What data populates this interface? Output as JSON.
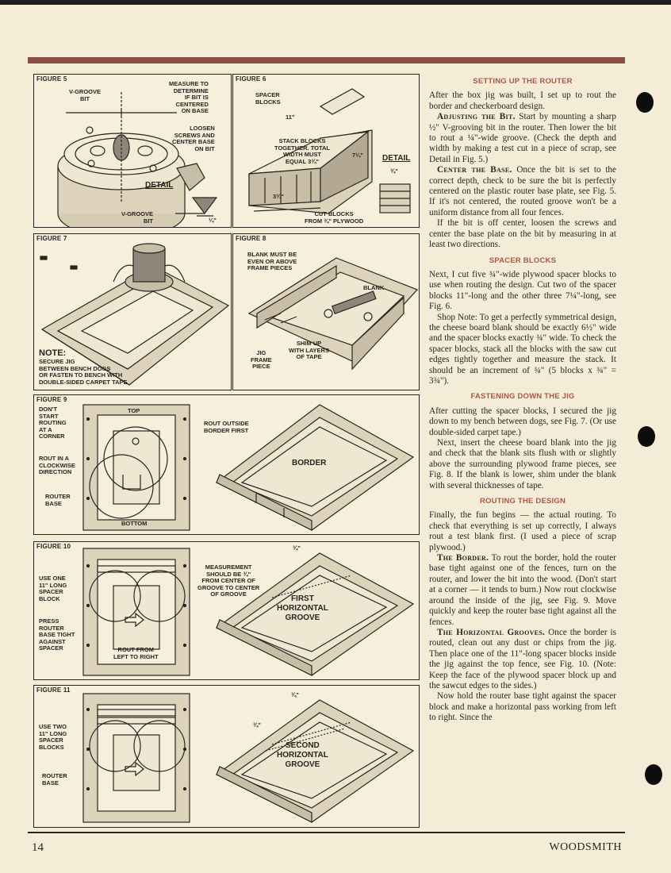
{
  "page": {
    "number": "14",
    "magazine": "WOODSMITH"
  },
  "figures": {
    "fig5": {
      "label": "FIGURE 5",
      "vgroove_bit": "V-GROOVE\nBIT",
      "measure": "MEASURE TO\nDETERMINE\nIF BIT IS\nCENTERED\nON BASE",
      "loosen": "LOOSEN\nSCREWS AND\nCENTER BASE\nON BIT",
      "detail": "DETAIL",
      "vgroove_bit2": "V-GROOVE\nBIT",
      "quarter": "¼\""
    },
    "fig6": {
      "label": "FIGURE 6",
      "spacer_blocks": "SPACER\nBLOCKS",
      "eleven": "11\"",
      "stack": "STACK BLOCKS\nTOGETHER. TOTAL\nWIDTH MUST\nEQUAL 3¾\"",
      "seven": "7¼\"",
      "three": "3¾\"",
      "detail": "DETAIL",
      "three_quarter": "¾\"",
      "cut": "CUT BLOCKS\nFROM ¾\" PLYWOOD"
    },
    "fig7": {
      "label": "FIGURE 7",
      "note_title": "NOTE:",
      "note": "SECURE JIG\nBETWEEN BENCH DOGS\nOR FASTEN TO BENCH WITH\nDOUBLE-SIDED CARPET TAPE"
    },
    "fig8": {
      "label": "FIGURE 8",
      "blank_must": "BLANK MUST BE\nEVEN OR ABOVE\nFRAME PIECES",
      "blank": "BLANK",
      "jig": "JIG\nFRAME\nPIECE",
      "shim": "SHIM UP\nWITH LAYERS\nOF TAPE"
    },
    "fig9": {
      "label": "FIGURE 9",
      "dont": "DON'T\nSTART\nROUTING\nAT A\nCORNER",
      "rout_in": "ROUT IN A\nCLOCKWISE\nDIRECTION",
      "router_base": "ROUTER\nBASE",
      "top": "TOP",
      "bottom": "BOTTOM",
      "rout_outside": "ROUT OUTSIDE\nBORDER FIRST",
      "border": "BORDER"
    },
    "fig10": {
      "label": "FIGURE 10",
      "use_one": "USE ONE\n11\" LONG\nSPACER\nBLOCK",
      "press": "PRESS\nROUTER\nBASE TIGHT\nAGAINST\nSPACER",
      "rout_from": "ROUT FROM\nLEFT TO RIGHT",
      "measurement": "MEASUREMENT\nSHOULD BE ¾\"\nFROM CENTER OF\nGROOVE TO CENTER\nOF GROOVE",
      "three_quarter": "¾\"",
      "first": "FIRST\nHORIZONTAL\nGROOVE"
    },
    "fig11": {
      "label": "FIGURE 11",
      "use_two": "USE TWO\n11\" LONG\nSPACER\nBLOCKS",
      "router_base": "ROUTER\nBASE",
      "three_quarter_a": "¾\"",
      "three_quarter_b": "¾\"",
      "second": "SECOND\nHORIZONTAL\nGROOVE"
    }
  },
  "article": {
    "h_setup": "SETTING UP THE ROUTER",
    "p1": "After the box jig was built, I set up to rout the border and checkerboard design.",
    "lead_adjust": "Adjusting the Bit.",
    "p2": " Start by mounting a sharp ½\" V-grooving bit in the router. Then lower the bit to rout a ¼\"-wide groove. (Check the depth and width by making a test cut in a piece of scrap, see Detail in Fig. 5.)",
    "lead_center": "Center the Base.",
    "p3": " Once the bit is set to the correct depth, check to be sure the bit is perfectly centered on the plastic router base plate, see Fig. 5. If it's not centered, the routed groove won't be a uniform distance from all four fences.",
    "p4": "If the bit is off center, loosen the screws and center the base plate on the bit by measuring in at least two directions.",
    "h_spacer": "SPACER BLOCKS",
    "p5": "Next, I cut five ¾\"-wide plywood spacer blocks to use when routing the design. Cut two of the spacer blocks 11\"-long and the other three 7¼\"-long, see Fig. 6.",
    "p6": "Shop Note: To get a perfectly symmetrical design, the cheese board blank should be exactly 6½\" wide and the spacer blocks exactly ¾\" wide. To check the spacer blocks, stack all the blocks with the saw cut edges tightly together and measure the stack. It should be an increment of ¾\" (5 blocks x ¾\" = 3¾\").",
    "h_fasten": "FASTENING DOWN THE JIG",
    "p7": "After cutting the spacer blocks, I secured the jig down to my bench between dogs, see Fig. 7. (Or use double-sided carpet tape.)",
    "p8": "Next, insert the cheese board blank into the jig and check that the blank sits flush with or slightly above the surrounding plywood frame pieces, see Fig. 8. If the blank is lower, shim under the blank with several thicknesses of tape.",
    "h_routing": "ROUTING THE DESIGN",
    "p9": "Finally, the fun begins — the actual routing. To check that everything is set up correctly, I always rout a test blank first. (I used a piece of scrap plywood.)",
    "lead_border": "The Border.",
    "p10": " To rout the border, hold the router base tight against one of the fences, turn on the router, and lower the bit into the wood. (Don't start at a corner — it tends to burn.) Now rout clockwise around the inside of the jig, see Fig. 9. Move quickly and keep the router base tight against all the fences.",
    "lead_horizontal": "The Horizontal Grooves.",
    "p11": " Once the border is routed, clean out any dust or chips from the jig. Then place one of the 11\"-long spacer blocks inside the jig against the top fence, see Fig. 10. (Note: Keep the face of the plywood spacer block up and the sawcut edges to the sides.)",
    "p12": "Now hold the router base tight against the spacer block and make a horizontal pass working from left to right. Since the"
  }
}
